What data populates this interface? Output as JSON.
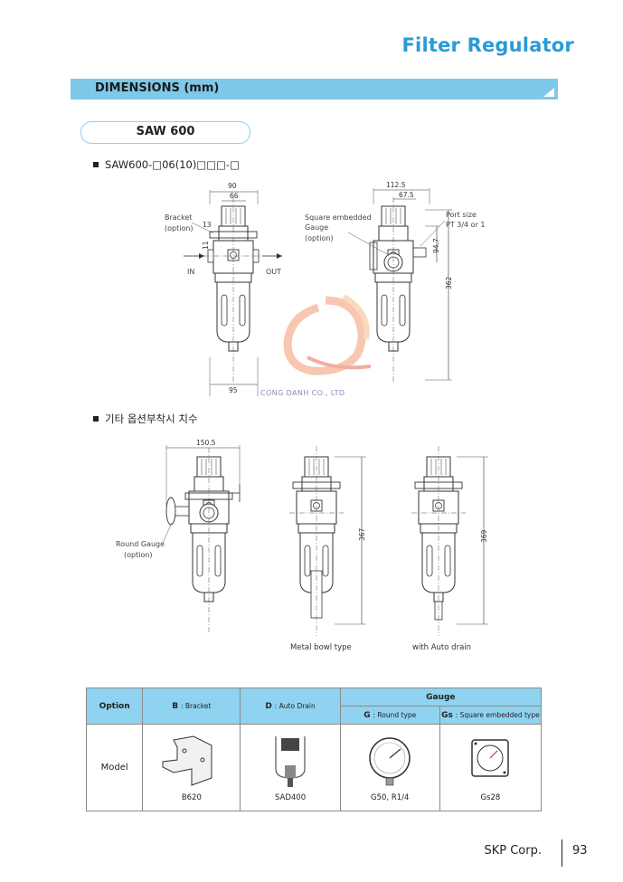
{
  "page_title": "Filter Regulator",
  "section_title": "DIMENSIONS (mm)",
  "model_name": "SAW 600",
  "spec_heading": "SAW600-□06(10)□□□-□",
  "option_heading": "기타 옵션부착시 치수",
  "watermark": "CONG DANH CO., LTD",
  "drawing1": {
    "dim_90": "90",
    "dim_66": "66",
    "dim_13": "13",
    "dim_11": "11",
    "dim_95": "95",
    "bracket_label": "Bracket",
    "bracket_option": "(option)",
    "in_label": "IN",
    "out_label": "OUT"
  },
  "drawing2": {
    "dim_112_5": "112.5",
    "dim_67_5": "67.5",
    "dim_94_7": "94.7",
    "dim_362": "362",
    "gauge_label_1": "Square embedded",
    "gauge_label_2": "Gauge",
    "gauge_option": "(option)",
    "port_label_1": "Port size",
    "port_label_2": "PT 3/4 or 1"
  },
  "drawing3": {
    "dim_150_5": "150.5",
    "round_gauge_label": "Round Gauge",
    "round_gauge_option": "(option)"
  },
  "drawing4": {
    "dim_367": "367",
    "caption": "Metal bowl type"
  },
  "drawing5": {
    "dim_369": "369",
    "caption": "with Auto drain"
  },
  "table": {
    "option_header": "Option",
    "b_code": "B",
    "b_desc": ": Bracket",
    "d_code": "D",
    "d_desc": ": Auto Drain",
    "gauge_header": "Gauge",
    "g_code": "G",
    "g_desc": ": Round type",
    "gs_code": "Gs",
    "gs_desc": ": Square embedded type",
    "model_label": "Model",
    "b_model": "B620",
    "d_model": "SAD400",
    "g_model": "G50, R1/4",
    "gs_model": "Gs28"
  },
  "footer": {
    "company": "SKP Corp.",
    "page": "93"
  }
}
